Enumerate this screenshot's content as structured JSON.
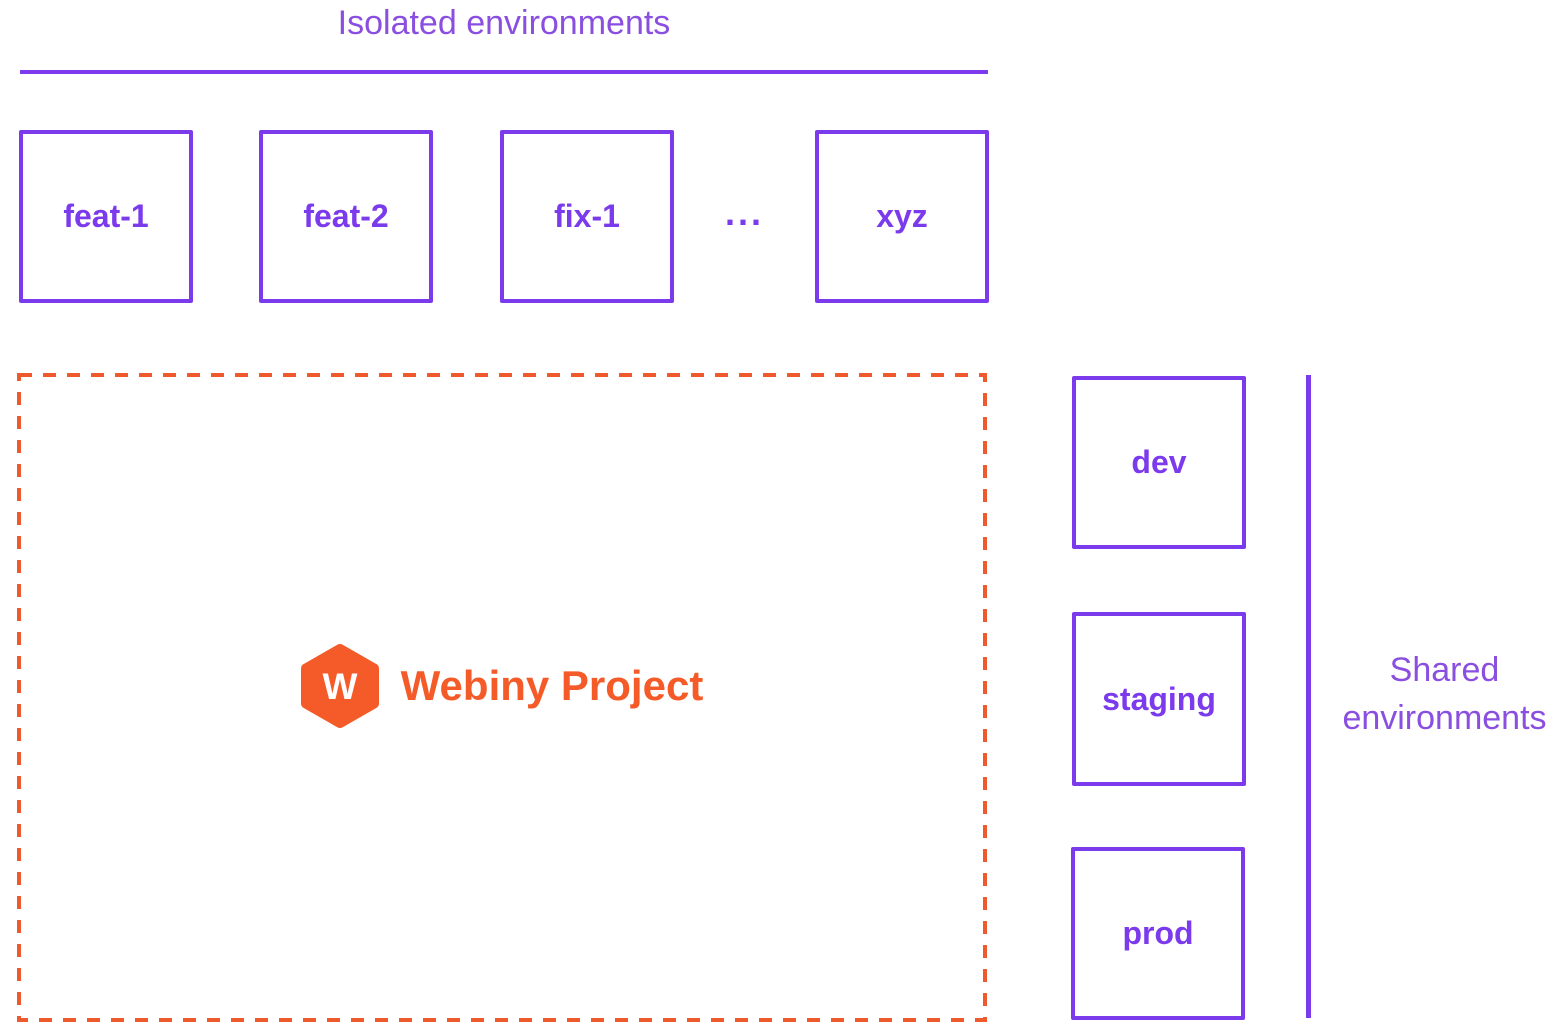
{
  "colors": {
    "purple": "#7C3AED",
    "label_purple": "#8A4FE0",
    "orange": "#F45B28",
    "dash_orange": "#EE5A2B",
    "logo_letter_color": "#FFFFFF"
  },
  "isolated": {
    "title": "Isolated environments",
    "boxes": [
      {
        "label": "feat-1"
      },
      {
        "label": "feat-2"
      },
      {
        "label": "fix-1"
      },
      {
        "label": "xyz"
      }
    ],
    "ellipsis": "..."
  },
  "project": {
    "name": "Webiny Project",
    "logo_letter": "W"
  },
  "shared": {
    "title": "Shared environments",
    "boxes": [
      {
        "label": "dev"
      },
      {
        "label": "staging"
      },
      {
        "label": "prod"
      }
    ]
  }
}
